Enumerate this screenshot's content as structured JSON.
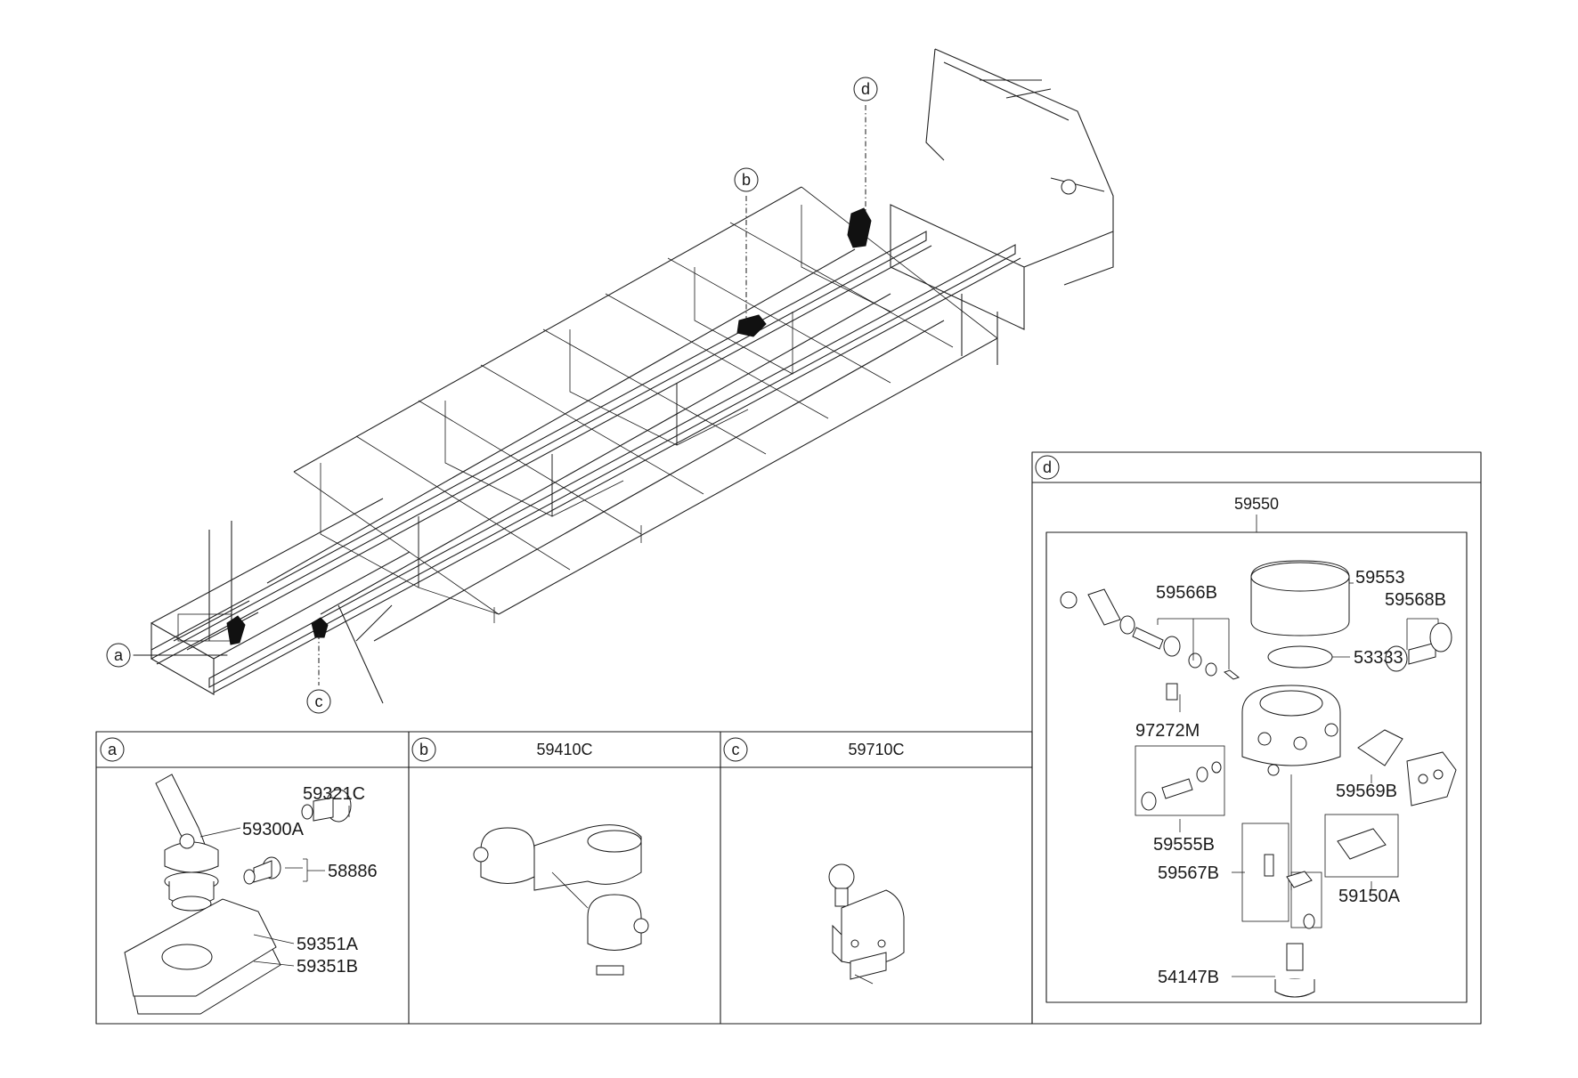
{
  "callouts": {
    "a": "a",
    "b": "b",
    "c": "c",
    "d": "d"
  },
  "panels": {
    "a": {
      "letter": "a",
      "parts": [
        "59321C",
        "59300A",
        "58886",
        "59351A",
        "59351B"
      ]
    },
    "b": {
      "letter": "b",
      "title": "59410C"
    },
    "c": {
      "letter": "c",
      "title": "59710C"
    },
    "d": {
      "letter": "d",
      "assembly": "59550",
      "parts": [
        "59553",
        "59566B",
        "59568B",
        "53333",
        "97272M",
        "59555B",
        "59569B",
        "59567B",
        "59150A",
        "54147B"
      ]
    }
  },
  "icons": [
    "chassis-frame",
    "brake-valve-icon",
    "relay-valve-icon",
    "hand-valve-icon",
    "air-dryer-icon"
  ]
}
